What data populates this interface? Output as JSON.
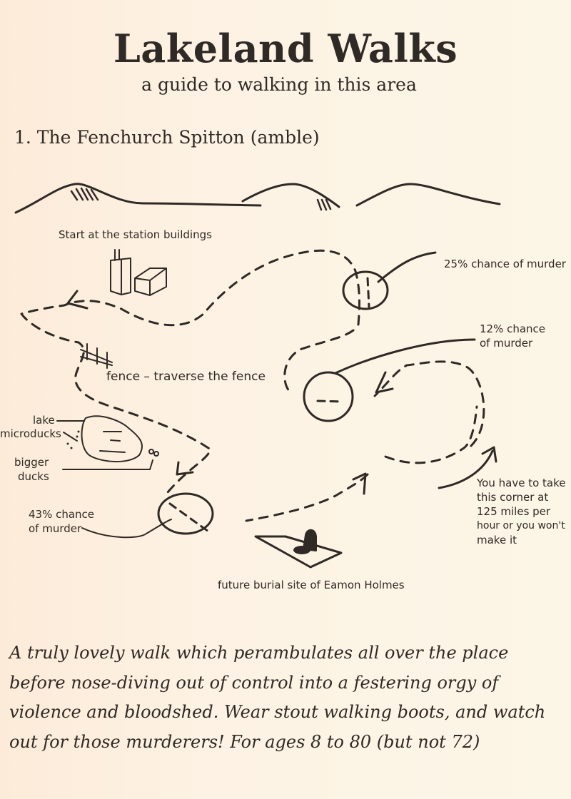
{
  "header": {
    "title": "Lakeland Walks",
    "subtitle": "a guide to walking in this area"
  },
  "section": {
    "heading": "1. The Fenchurch Spitton (amble)"
  },
  "map": {
    "labels": {
      "start": "Start at the station buildings",
      "murder_25": "25% chance of murder",
      "murder_12_line1": "12% chance",
      "murder_12_line2": "of murder",
      "fence": "fence – traverse the fence",
      "lake": "lake",
      "microducks": "microducks",
      "bigger_line1": "bigger",
      "bigger_line2": "ducks",
      "murder_43_line1": "43% chance",
      "murder_43_line2": "of murder",
      "corner_line1": "You have to take",
      "corner_line2": "this corner at",
      "corner_line3": "125 miles per",
      "corner_line4": "hour or you won't",
      "corner_line5": "make it",
      "burial": "future burial site of Eamon Holmes"
    },
    "murder_chances_percent": [
      25,
      12,
      43
    ],
    "corner_speed_mph": 125
  },
  "description": "A truly lovely walk which perambulates all over the place before nose-diving out of control into a festering orgy of violence and bloodshed. Wear stout walking boots, and watch out for those murderers!  For ages 8 to 80 (but not 72)",
  "colors": {
    "ink": "#2f2a25",
    "paper_left": "#fdebd9",
    "paper_right": "#fcf6e7"
  }
}
